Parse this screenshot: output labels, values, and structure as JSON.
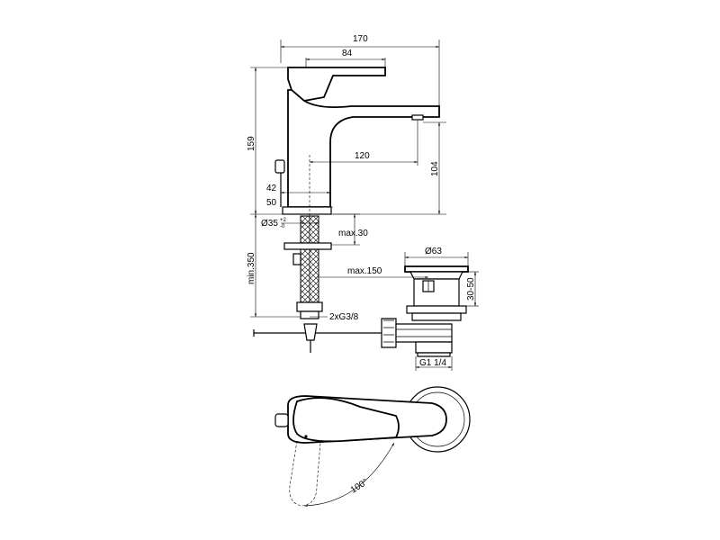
{
  "dimensions": {
    "overall_width": "170",
    "lever_length": "84",
    "total_height": "159",
    "spout_reach": "120",
    "spout_height": "104",
    "base_42": "42",
    "base_50": "50",
    "hole_diameter": "Ø35",
    "hole_tolerance_top": "+2",
    "hole_tolerance_bottom": "-0",
    "max_thickness": "max.30",
    "hose_length": "min.350",
    "waste_diameter": "Ø63",
    "rod_length": "max.150",
    "waste_range": "30-50",
    "connections": "2xG3/8",
    "waste_thread": "G1 1/4",
    "swing_angle": "100°"
  },
  "colors": {
    "line": "#000000",
    "background": "#ffffff"
  }
}
